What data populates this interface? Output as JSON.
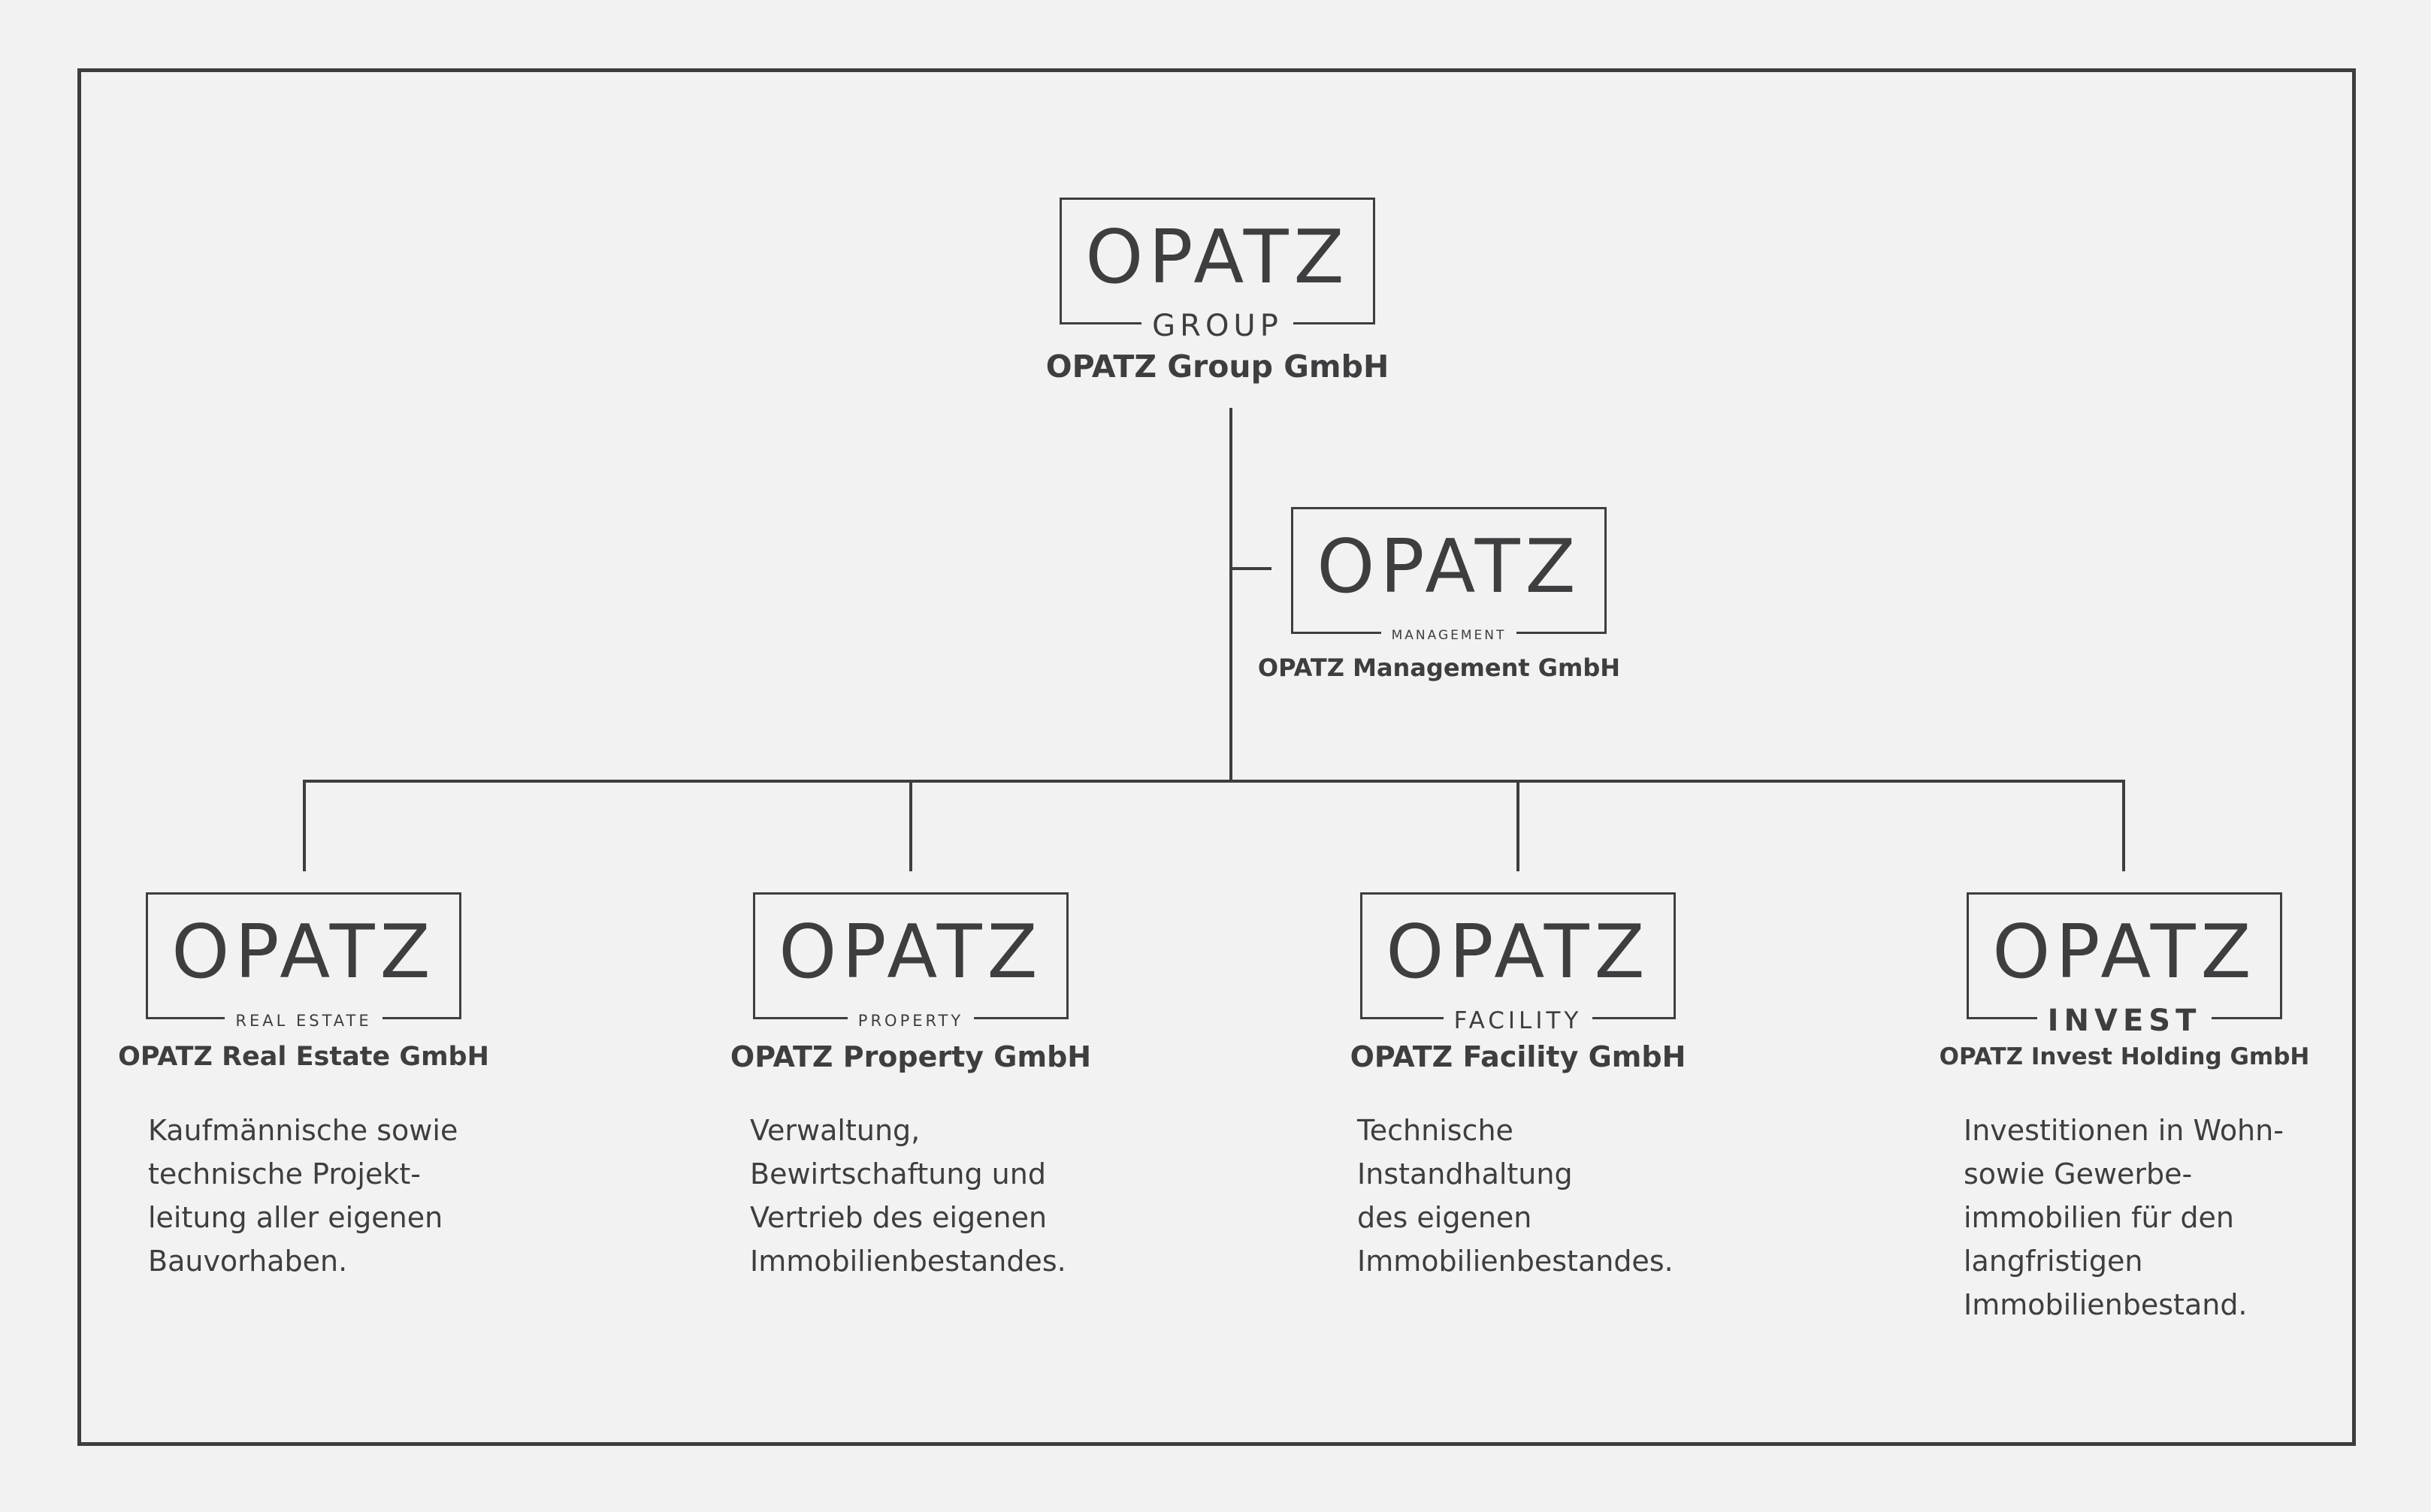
{
  "logos": {
    "group": {
      "word": "OPATZ",
      "sub": "GROUP",
      "name": "OPATZ Group GmbH"
    },
    "management": {
      "word": "OPATZ",
      "sub": "MANAGEMENT",
      "name": "OPATZ Management GmbH"
    },
    "real_estate": {
      "word": "OPATZ",
      "sub": "REAL ESTATE",
      "name": "OPATZ Real Estate GmbH"
    },
    "property": {
      "word": "OPATZ",
      "sub": "PROPERTY",
      "name": "OPATZ Property GmbH"
    },
    "facility": {
      "word": "OPATZ",
      "sub": "FACILITY",
      "name": "OPATZ Facility GmbH"
    },
    "invest": {
      "word": "OPATZ",
      "sub": "INVEST",
      "name": "OPATZ Invest Holding GmbH"
    }
  },
  "descriptions": {
    "real_estate": [
      "Kaufmännische sowie",
      "technische Projekt-",
      "leitung aller eigenen",
      "Bauvorhaben."
    ],
    "property": [
      "Verwaltung,",
      "Bewirtschaftung und",
      "Vertrieb des eigenen",
      "Immobilienbestandes."
    ],
    "facility": [
      "Technische",
      "Instandhaltung",
      "des eigenen",
      "Immobilienbestandes."
    ],
    "invest": [
      "Investitionen in Wohn-",
      "sowie Gewerbe-",
      "immobilien für den",
      "langfristigen",
      "Immobilienbestand."
    ]
  },
  "colors": {
    "ink": "#3e3e40",
    "background": "#f2f2f2"
  }
}
